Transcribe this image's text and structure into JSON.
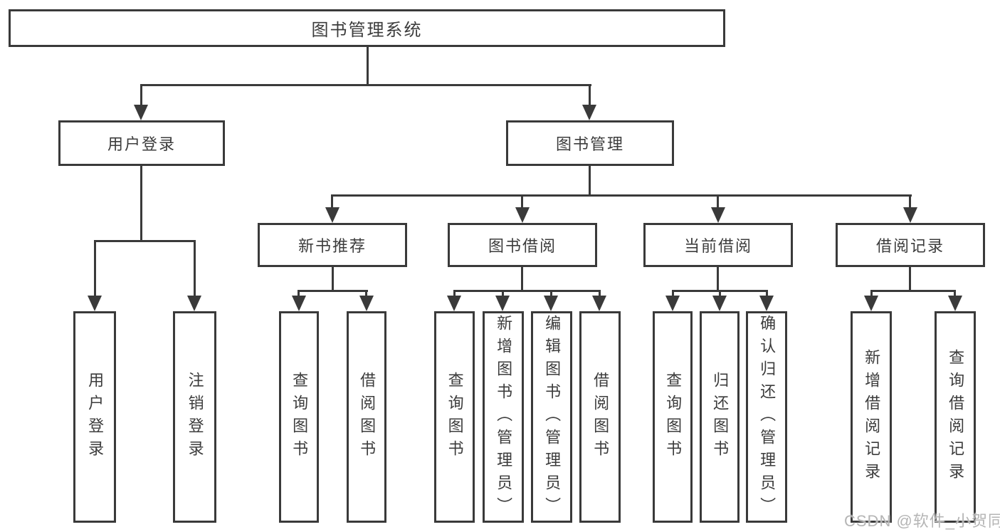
{
  "tree": {
    "label": "图书管理系统",
    "children": [
      {
        "label": "用户登录",
        "children": [
          {
            "label": "用户登录"
          },
          {
            "label": "注销登录"
          }
        ]
      },
      {
        "label": "图书管理",
        "children": [
          {
            "label": "新书推荐",
            "children": [
              {
                "label": "查询图书"
              },
              {
                "label": "借阅图书"
              }
            ]
          },
          {
            "label": "图书借阅",
            "children": [
              {
                "label": "查询图书"
              },
              {
                "label": "新增图书（管理员）"
              },
              {
                "label": "编辑图书（管理员）"
              },
              {
                "label": "借阅图书"
              }
            ]
          },
          {
            "label": "当前借阅",
            "children": [
              {
                "label": "查询图书"
              },
              {
                "label": "归还图书"
              },
              {
                "label": "确认归还（管理员）"
              }
            ]
          },
          {
            "label": "借阅记录",
            "children": [
              {
                "label": "新增借阅记录"
              },
              {
                "label": "查询借阅记录"
              }
            ]
          }
        ]
      }
    ]
  },
  "watermark": {
    "text": "CSDN @软件_小贺同学"
  },
  "colors": {
    "line": "#3a3a3a",
    "text": "#3c3c3c",
    "background": "#ffffff",
    "watermark": "#b5b5b5"
  }
}
